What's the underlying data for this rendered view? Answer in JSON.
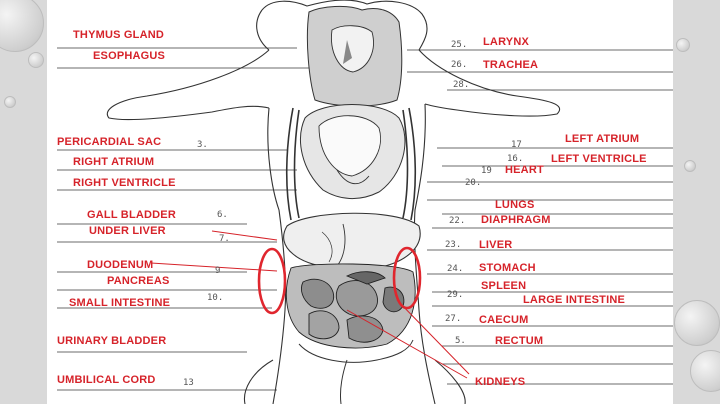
{
  "labels": {
    "left": [
      "THYMUS GLAND",
      "ESOPHAGUS",
      "PERICARDIAL SAC",
      "RIGHT ATRIUM",
      "RIGHT VENTRICLE",
      "GALL BLADDER",
      "UNDER LIVER",
      "DUODENUM",
      "PANCREAS",
      "SMALL INTESTINE",
      "URINARY BLADDER",
      "UMBILICAL CORD"
    ],
    "right": [
      "LARYNX",
      "TRACHEA",
      "LEFT ATRIUM",
      "LEFT VENTRICLE",
      "HEART",
      "LUNGS",
      "DIAPHRAGM",
      "LIVER",
      "STOMACH",
      "SPLEEN",
      "LARGE INTESTINE",
      "CAECUM",
      "RECTUM",
      "KIDNEYS"
    ]
  },
  "numbers": [
    "25.",
    "26.",
    "28.",
    "3.",
    "17",
    "16.",
    "19",
    "20.",
    "6.",
    "22.",
    "7.",
    "23.",
    "24.",
    "9",
    "29.",
    "10.",
    "27.",
    "5.",
    "13"
  ],
  "colors": {
    "label": "#d6232a",
    "highlight_circle": "#e0262e",
    "sketch": "#333333",
    "background": "#d9d9d9"
  }
}
